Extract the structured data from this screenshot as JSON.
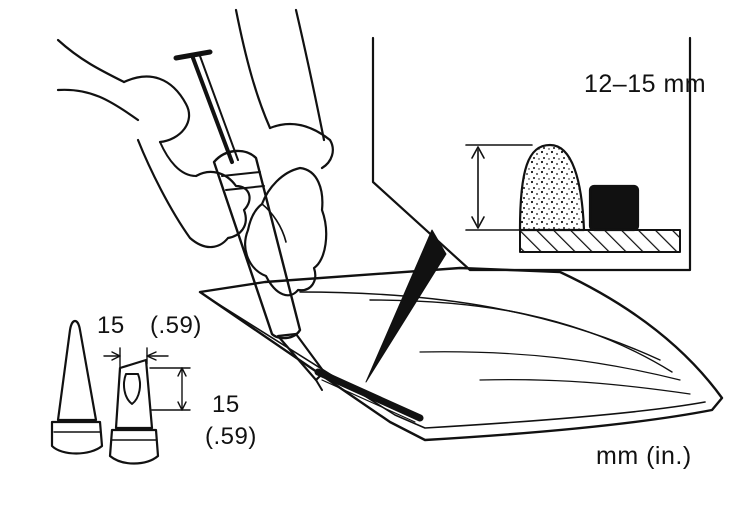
{
  "labels": {
    "bead_height": "12–15 mm",
    "nozzle_width_mm": "15",
    "nozzle_width_in": "(.59)",
    "nozzle_height_mm": "15",
    "nozzle_height_in": "(.59)",
    "units_note": "mm (in.)"
  },
  "colors": {
    "ink": "#111111",
    "paper": "#ffffff"
  },
  "icons": {
    "caulking_gun": "caulking-gun-icon",
    "nozzle_closed": "sealer-nozzle-uncut-icon",
    "nozzle_cut": "sealer-nozzle-cut-icon"
  }
}
